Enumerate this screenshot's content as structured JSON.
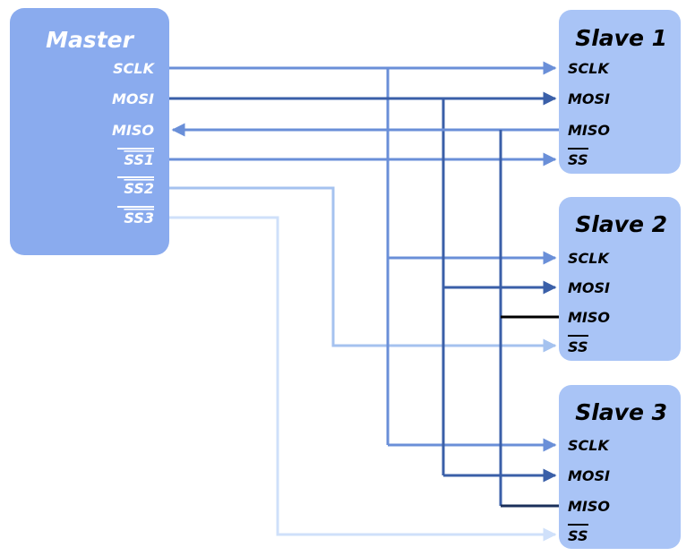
{
  "master": {
    "title": "Master",
    "pins": [
      "SCLK",
      "MOSI",
      "MISO",
      "SS1",
      "SS2",
      "SS3"
    ]
  },
  "slaves": [
    {
      "title": "Slave 1",
      "pins": [
        "SCLK",
        "MOSI",
        "MISO",
        "SS"
      ]
    },
    {
      "title": "Slave 2",
      "pins": [
        "SCLK",
        "MOSI",
        "MISO",
        "SS"
      ]
    },
    {
      "title": "Slave 3",
      "pins": [
        "SCLK",
        "MOSI",
        "MISO",
        "SS"
      ]
    }
  ],
  "colors": {
    "master_box": "#8aabee",
    "slave_box": "#a9c4f6",
    "master_text": "#ffffff",
    "slave_text": "#000000",
    "bus_line": "#6a8fd8",
    "dark_line": "#3a5fa8",
    "ss1_line": "#6a8fd8",
    "ss2_line": "#a5c2ef",
    "ss3_line": "#cfe0fa",
    "miso_inactive": "#000000"
  }
}
